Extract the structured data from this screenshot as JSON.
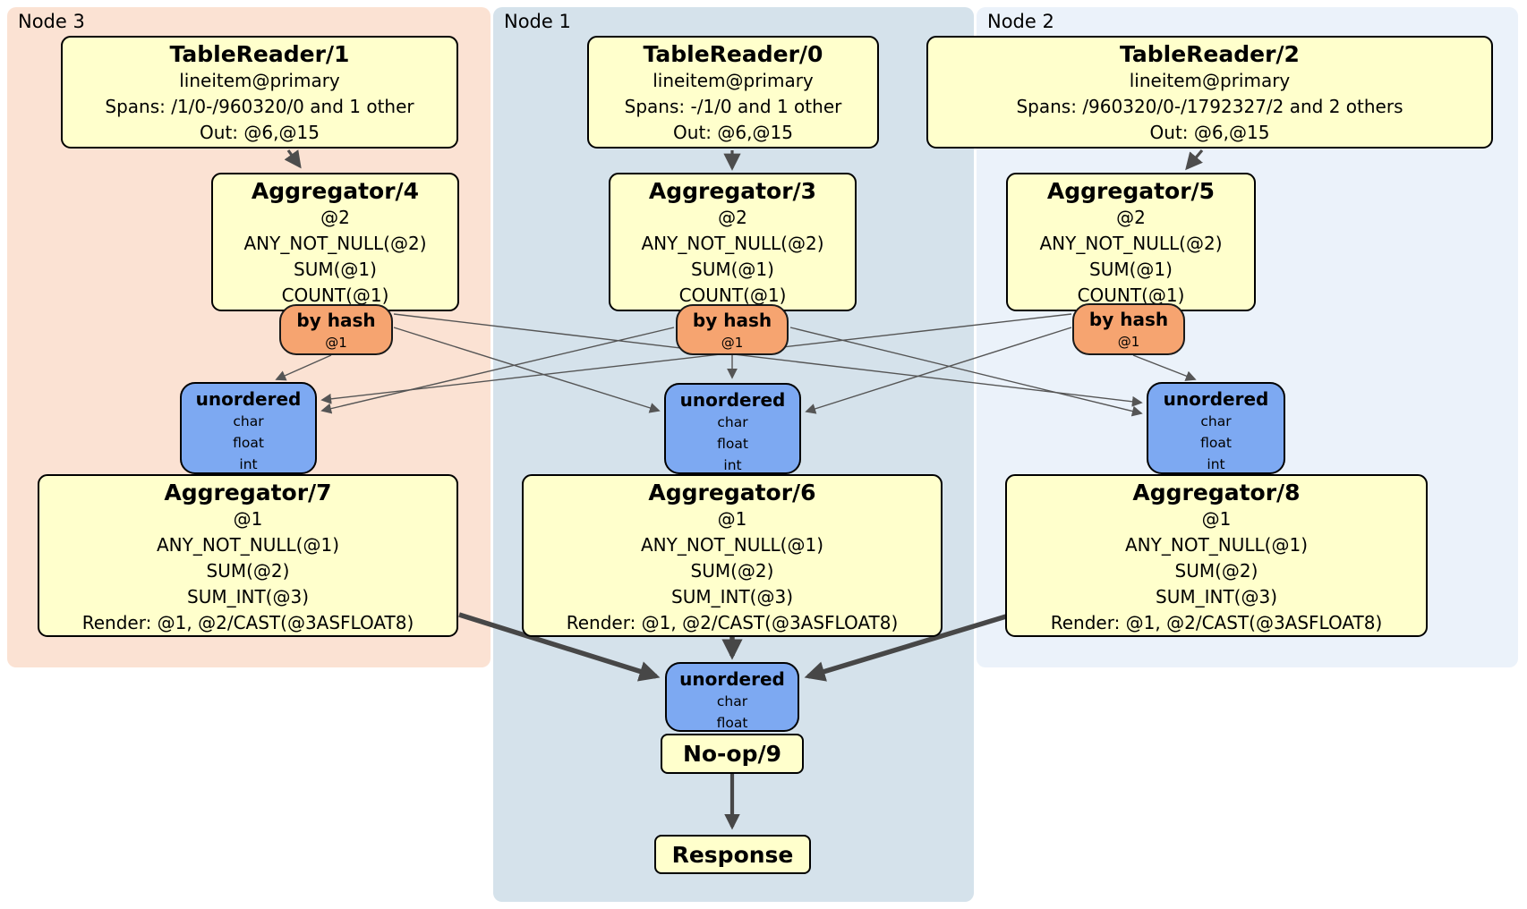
{
  "colors": {
    "processor_fill": "#ffffcc",
    "router_fill": "#f6a470",
    "sync_fill": "#7da9f2",
    "node3_region_fill": "#fbe2d3",
    "node1_region_fill": "#d5e2eb",
    "node2_region_fill": "#ebf2fa",
    "edge": "#555555",
    "thick_edge": "#474747"
  },
  "nodes": [
    {
      "label": "Node 3",
      "table_reader": {
        "title": "TableReader/1",
        "detail": [
          "lineitem@primary",
          "Spans: /1/0-/960320/0 and 1 other",
          "Out: @6,@15"
        ]
      },
      "stage1_aggregator": {
        "title": "Aggregator/4",
        "detail": [
          "@2",
          "ANY_NOT_NULL(@2)",
          "SUM(@1)",
          "COUNT(@1)"
        ]
      },
      "hash_router": {
        "title": "by hash",
        "detail": [
          "@1"
        ]
      },
      "sync": {
        "title": "unordered",
        "detail": [
          "char",
          "float",
          "int"
        ]
      },
      "stage2_aggregator": {
        "title": "Aggregator/7",
        "detail": [
          "@1",
          "ANY_NOT_NULL(@1)",
          "SUM(@2)",
          "SUM_INT(@3)",
          "Render: @1, @2/CAST(@3ASFLOAT8)"
        ]
      }
    },
    {
      "label": "Node 1",
      "table_reader": {
        "title": "TableReader/0",
        "detail": [
          "lineitem@primary",
          "Spans: -/1/0 and 1 other",
          "Out: @6,@15"
        ]
      },
      "stage1_aggregator": {
        "title": "Aggregator/3",
        "detail": [
          "@2",
          "ANY_NOT_NULL(@2)",
          "SUM(@1)",
          "COUNT(@1)"
        ]
      },
      "hash_router": {
        "title": "by hash",
        "detail": [
          "@1"
        ]
      },
      "sync": {
        "title": "unordered",
        "detail": [
          "char",
          "float",
          "int"
        ]
      },
      "stage2_aggregator": {
        "title": "Aggregator/6",
        "detail": [
          "@1",
          "ANY_NOT_NULL(@1)",
          "SUM(@2)",
          "SUM_INT(@3)",
          "Render: @1, @2/CAST(@3ASFLOAT8)"
        ]
      }
    },
    {
      "label": "Node 2",
      "table_reader": {
        "title": "TableReader/2",
        "detail": [
          "lineitem@primary",
          "Spans: /960320/0-/1792327/2 and 2 others",
          "Out: @6,@15"
        ]
      },
      "stage1_aggregator": {
        "title": "Aggregator/5",
        "detail": [
          "@2",
          "ANY_NOT_NULL(@2)",
          "SUM(@1)",
          "COUNT(@1)"
        ]
      },
      "hash_router": {
        "title": "by hash",
        "detail": [
          "@1"
        ]
      },
      "sync": {
        "title": "unordered",
        "detail": [
          "char",
          "float",
          "int"
        ]
      },
      "stage2_aggregator": {
        "title": "Aggregator/8",
        "detail": [
          "@1",
          "ANY_NOT_NULL(@1)",
          "SUM(@2)",
          "SUM_INT(@3)",
          "Render: @1, @2/CAST(@3ASFLOAT8)"
        ]
      }
    }
  ],
  "final": {
    "sync": {
      "title": "unordered",
      "detail": [
        "char",
        "float"
      ]
    },
    "noop": {
      "title": "No-op/9"
    },
    "response": {
      "title": "Response"
    }
  }
}
